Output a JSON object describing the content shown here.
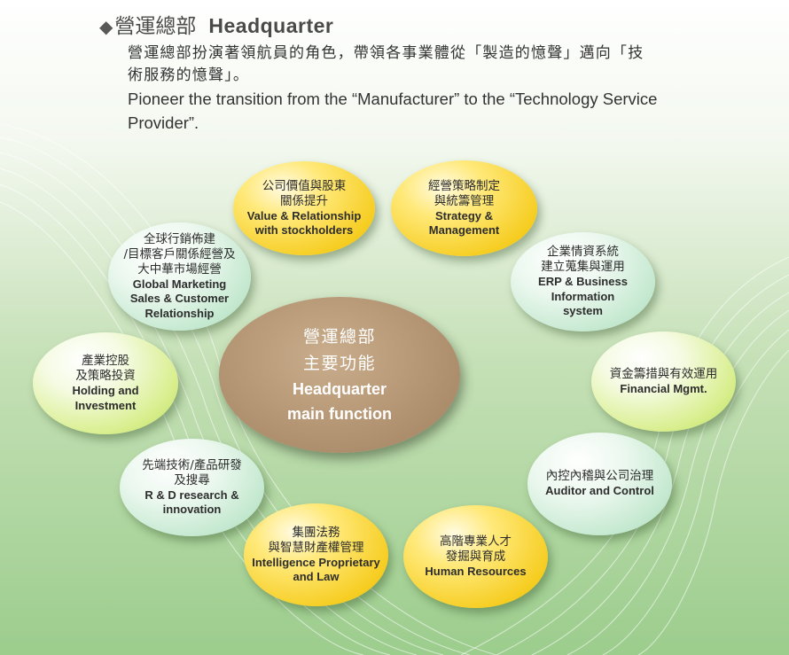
{
  "header": {
    "bullet_icon": "diamond-icon",
    "title_zh": "營運總部",
    "title_en": "Headquarter",
    "intro_zh_line1": "營運總部扮演著領航員的角色，帶領各事業體從「製造的憶聲」邁向「技",
    "intro_zh_line2": "術服務的憶聲」。",
    "intro_en_line1": "Pioneer the transition from the “Manufacturer” to the “Technology Service",
    "intro_en_line2": "Provider”."
  },
  "center": {
    "zh_line1": "營運總部",
    "zh_line2": "主要功能",
    "en_line1": "Headquarter",
    "en_line2": "main function"
  },
  "functions": [
    {
      "zh": "公司價值與股東\n關係提升",
      "en": "Value & Relationship\nwith stockholders",
      "color": "#f6cd21"
    },
    {
      "zh": "經營策略制定\n與統籌管理",
      "en": "Strategy &\nManagement",
      "color": "#f6cd21"
    },
    {
      "zh": "企業情資系統\n建立蒐集與運用",
      "en": "ERP & Business\nInformation\nsystem",
      "color": "#a7d7b7"
    },
    {
      "zh": "資金籌措與有效運用",
      "en": "Financial Mgmt.",
      "color": "#bedd5a"
    },
    {
      "zh": "內控內稽與公司治理",
      "en": "Auditor and Control",
      "color": "#a7d7b7"
    },
    {
      "zh": "高階專業人才\n發掘與育成",
      "en": "Human Resources",
      "color": "#f6cd21"
    },
    {
      "zh": "集團法務\n與智慧財產權管理",
      "en": "Intelligence Proprietary\nand Law",
      "color": "#f6cd21"
    },
    {
      "zh": "先端技術/產品研發\n及搜尋",
      "en": "R & D research &\ninnovation",
      "color": "#a7d7b7"
    },
    {
      "zh": "產業控股\n及策略投資",
      "en": "Holding and\nInvestment",
      "color": "#bedd5a"
    },
    {
      "zh": "全球行銷佈建\n/目標客戶關係經營及\n大中華市場經營",
      "en": "Global Marketing\nSales & Customer\nRelationship",
      "color": "#a7d7b7"
    }
  ]
}
